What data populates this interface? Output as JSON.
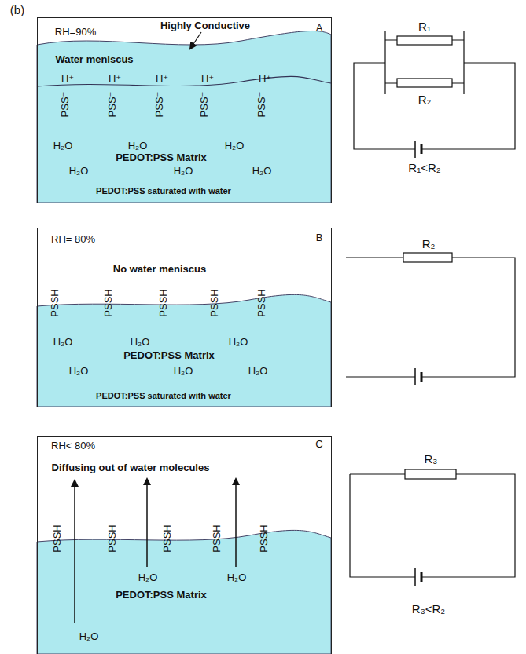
{
  "diagram": {
    "nodes": [
      {
        "text": [
          "RH=90%",
          "Highly Conductive",
          "A",
          "Water meniscus",
          "H⁺",
          "H⁺",
          "H⁺",
          "H⁺",
          "H⁺",
          "PSS⁻",
          "PSS⁻",
          "PSS⁻",
          "PSS⁻",
          "PSS⁻",
          "H₂O",
          "H₂O",
          "H₂O",
          "PEDOT:PSS Matrix",
          "H₂O",
          "H₂O",
          "H₂O",
          "PEDOT:PSS saturated with water"
        ]
      },
      {
        "text": [
          "RH= 80%",
          "B",
          "No water meniscus",
          "PSSH",
          "PSSH",
          "PSSH",
          "PSSH",
          "PSSH",
          "H₂O",
          "H₂O",
          "H₂O",
          "PEDOT:PSS Matrix",
          "H₂O",
          "H₂O",
          "H₂O",
          "PEDOT:PSS saturated with water"
        ]
      },
      {
        "text": [
          "RH< 80%",
          "C",
          "Diffusing out of water molecules",
          "PSSH",
          "PSSH",
          "PSSH",
          "PSSH",
          "PSSH",
          "H₂O",
          "H₂O",
          "PEDOT:PSS Matrix",
          "H₂O"
        ]
      }
    ],
    "labels": [
      "(b)",
      "R₁",
      "R₂",
      "R₁<R₂",
      "R₂",
      "R₃",
      "R₃<R₂"
    ]
  }
}
